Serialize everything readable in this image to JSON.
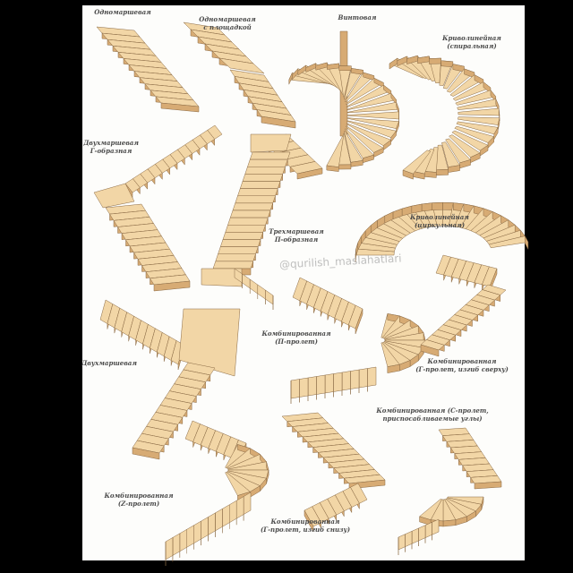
{
  "labels": {
    "single": "Одномаршевая",
    "single_landing_1": "Одномаршевая",
    "single_landing_2": "с площадкой",
    "spiral_screw": "Винтовая",
    "curved_spiral_1": "Криволинейная",
    "curved_spiral_2": "(спиральная)",
    "two_flight_l_1": "Двухмаршевая",
    "two_flight_l_2": "Г-образная",
    "three_flight_1": "Трехмаршевая",
    "three_flight_2": "П-образная",
    "curved_circular_1": "Криволинейная",
    "curved_circular_2": "(циркульная)",
    "two_flight": "Двухмаршевая",
    "combined_p_1": "Комбинированная",
    "combined_p_2": "(П-пролет)",
    "combined_g_top_1": "Комбинированная",
    "combined_g_top_2": "(Г-пролет, изгиб сверху)",
    "combined_c_1": "Комбинированная (С-пролет,",
    "combined_c_2": "приспосабливаемые углы)",
    "combined_z_1": "Комбинированная",
    "combined_z_2": "(Z-пролет)",
    "combined_g_bottom_1": "Комбинированная",
    "combined_g_bottom_2": "(Г-пролет, изгиб снизу)"
  },
  "watermark": "@qurilish_maslahatlari",
  "colors": {
    "tread": "#f2d6a6",
    "riser": "#d7ab74",
    "edge": "#8a6a45",
    "sheet": "#fdfdfb",
    "frame": "#000000"
  }
}
